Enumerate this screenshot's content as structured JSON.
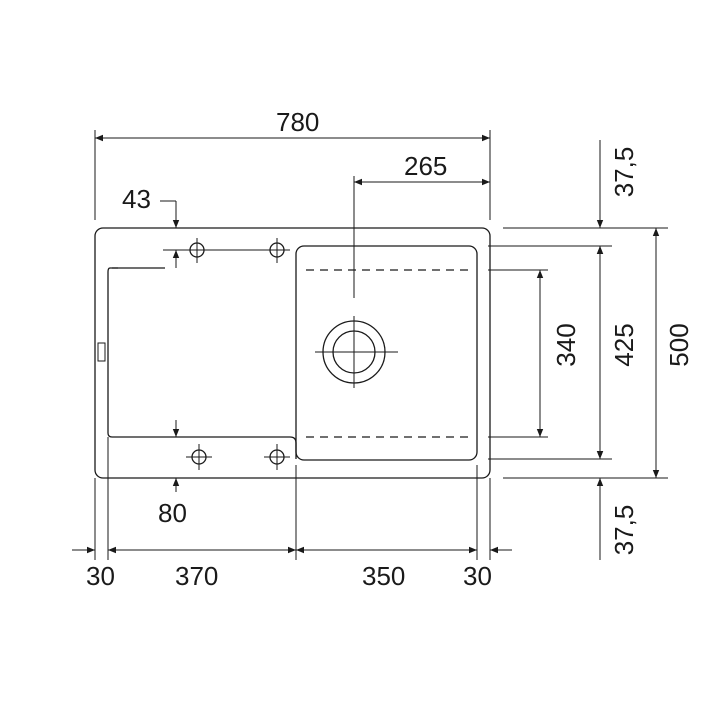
{
  "drawing": {
    "dimensions": {
      "overall_width": "780",
      "drain_offset": "265",
      "top_margin": "37,5",
      "bottom_margin": "37,5",
      "tap_hole_offset": "43",
      "drainer_hole_offset": "80",
      "bowl_depth": "340",
      "inner_depth": "425",
      "overall_depth": "500",
      "left_rim": "30",
      "drainer_width": "370",
      "bowl_width": "350",
      "right_rim": "30"
    }
  }
}
